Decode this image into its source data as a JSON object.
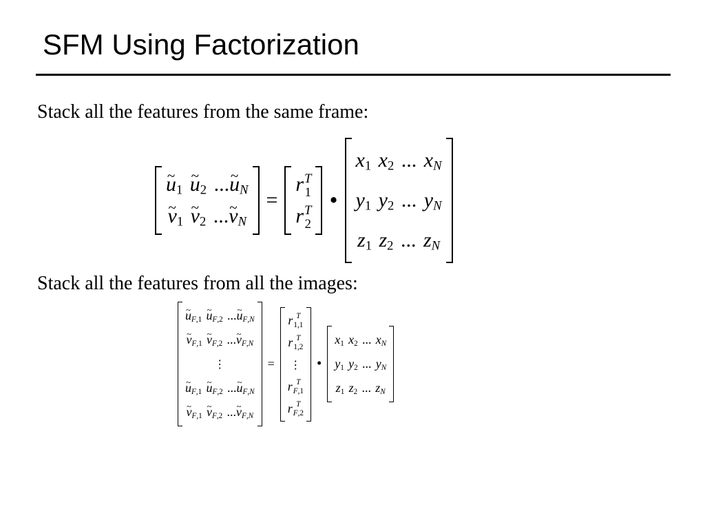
{
  "title": "SFM Using Factorization",
  "caption_frame": "Stack all the features from the same frame:",
  "caption_images": "Stack all the features from all the images:",
  "symbols": {
    "u": "u",
    "v": "v",
    "x": "x",
    "y": "y",
    "z": "z",
    "r": "r",
    "T": "T",
    "N": "N",
    "F": "F",
    "one": "1",
    "two": "2",
    "comma": ",",
    "ellipsis": "...",
    "one_one": "1,1",
    "one_two": "1,2",
    "equals": "=",
    "dot": "•",
    "vdots": "⋮"
  }
}
